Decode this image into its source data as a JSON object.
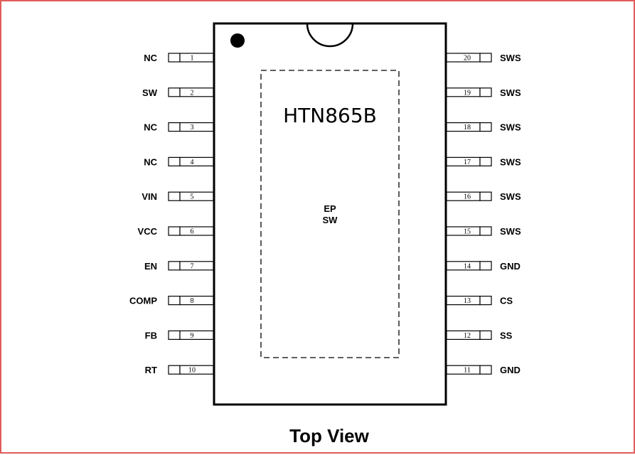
{
  "chip": {
    "part_number": "HTN865B",
    "exposed_pad_lines": [
      "EP",
      "SW"
    ],
    "view_label": "Top View"
  },
  "left_pins": [
    {
      "num": "1",
      "label": "NC"
    },
    {
      "num": "2",
      "label": "SW"
    },
    {
      "num": "3",
      "label": "NC"
    },
    {
      "num": "4",
      "label": "NC"
    },
    {
      "num": "5",
      "label": "VIN"
    },
    {
      "num": "6",
      "label": "VCC"
    },
    {
      "num": "7",
      "label": "EN"
    },
    {
      "num": "8",
      "label": "COMP"
    },
    {
      "num": "9",
      "label": "FB"
    },
    {
      "num": "10",
      "label": "RT"
    }
  ],
  "right_pins": [
    {
      "num": "20",
      "label": "SWS"
    },
    {
      "num": "19",
      "label": "SWS"
    },
    {
      "num": "18",
      "label": "SWS"
    },
    {
      "num": "17",
      "label": "SWS"
    },
    {
      "num": "16",
      "label": "SWS"
    },
    {
      "num": "15",
      "label": "SWS"
    },
    {
      "num": "14",
      "label": "GND"
    },
    {
      "num": "13",
      "label": "CS"
    },
    {
      "num": "12",
      "label": "SS"
    },
    {
      "num": "11",
      "label": "GND"
    }
  ],
  "colors": {
    "frame_border": "#e25c5c",
    "ink": "#000000"
  }
}
